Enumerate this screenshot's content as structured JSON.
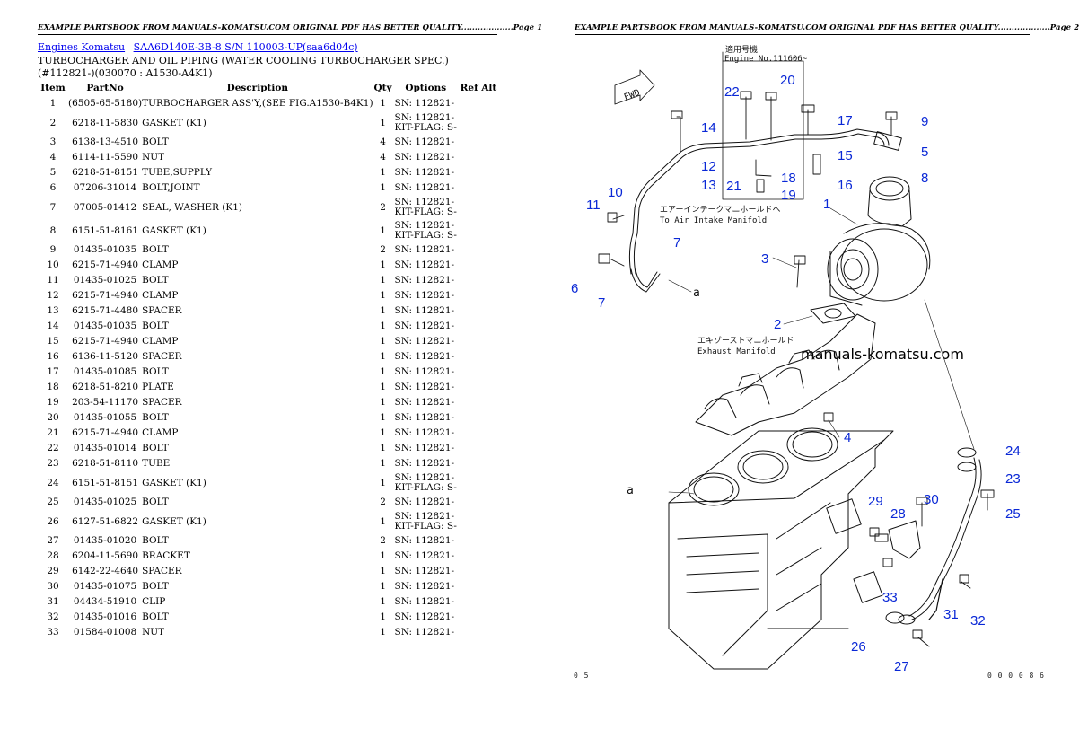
{
  "pages": {
    "left_header": "EXAMPLE PARTSBOOK FROM MANUALS-KOMATSU.COM ORIGINAL PDF HAS BETTER QUALITY...................Page 1",
    "right_header": "EXAMPLE PARTSBOOK FROM MANUALS-KOMATSU.COM ORIGINAL PDF HAS BETTER QUALITY...................Page 2"
  },
  "breadcrumb": {
    "link1": "Engines Komatsu",
    "link2": "SAA6D140E-3B-8 S/N 110003-UP(saa6d04c)"
  },
  "section_title": "TURBOCHARGER AND OIL PIPING (WATER COOLING TURBOCHARGER SPEC.)(#112821-)(030070 : A1530-A4K1)",
  "table": {
    "headers": [
      "Item",
      "PartNo",
      "Description",
      "Qty",
      "Options",
      "Ref Alt"
    ],
    "rows": [
      {
        "item": "1",
        "partno": "(6505-65-5180)",
        "desc": "TURBOCHARGER ASS'Y,(SEE FIG.A1530-B4K1)",
        "qty": "1",
        "opt1": "SN: 112821-",
        "opt2": ""
      },
      {
        "item": "2",
        "partno": "6218-11-5830",
        "desc": "GASKET (K1)",
        "qty": "1",
        "opt1": "SN: 112821-",
        "opt2": "KIT-FLAG: S-"
      },
      {
        "item": "3",
        "partno": "6138-13-4510",
        "desc": "BOLT",
        "qty": "4",
        "opt1": "SN: 112821-",
        "opt2": ""
      },
      {
        "item": "4",
        "partno": "6114-11-5590",
        "desc": "NUT",
        "qty": "4",
        "opt1": "SN: 112821-",
        "opt2": ""
      },
      {
        "item": "5",
        "partno": "6218-51-8151",
        "desc": "TUBE,SUPPLY",
        "qty": "1",
        "opt1": "SN: 112821-",
        "opt2": ""
      },
      {
        "item": "6",
        "partno": "07206-31014",
        "desc": "BOLT,JOINT",
        "qty": "1",
        "opt1": "SN: 112821-",
        "opt2": ""
      },
      {
        "item": "7",
        "partno": "07005-01412",
        "desc": "SEAL, WASHER (K1)",
        "qty": "2",
        "opt1": "SN: 112821-",
        "opt2": "KIT-FLAG: S-"
      },
      {
        "item": "8",
        "partno": "6151-51-8161",
        "desc": "GASKET (K1)",
        "qty": "1",
        "opt1": "SN: 112821-",
        "opt2": "KIT-FLAG: S-"
      },
      {
        "item": "9",
        "partno": "01435-01035",
        "desc": "BOLT",
        "qty": "2",
        "opt1": "SN: 112821-",
        "opt2": ""
      },
      {
        "item": "10",
        "partno": "6215-71-4940",
        "desc": "CLAMP",
        "qty": "1",
        "opt1": "SN: 112821-",
        "opt2": ""
      },
      {
        "item": "11",
        "partno": "01435-01025",
        "desc": "BOLT",
        "qty": "1",
        "opt1": "SN: 112821-",
        "opt2": ""
      },
      {
        "item": "12",
        "partno": "6215-71-4940",
        "desc": "CLAMP",
        "qty": "1",
        "opt1": "SN: 112821-",
        "opt2": ""
      },
      {
        "item": "13",
        "partno": "6215-71-4480",
        "desc": "SPACER",
        "qty": "1",
        "opt1": "SN: 112821-",
        "opt2": ""
      },
      {
        "item": "14",
        "partno": "01435-01035",
        "desc": "BOLT",
        "qty": "1",
        "opt1": "SN: 112821-",
        "opt2": ""
      },
      {
        "item": "15",
        "partno": "6215-71-4940",
        "desc": "CLAMP",
        "qty": "1",
        "opt1": "SN: 112821-",
        "opt2": ""
      },
      {
        "item": "16",
        "partno": "6136-11-5120",
        "desc": "SPACER",
        "qty": "1",
        "opt1": "SN: 112821-",
        "opt2": ""
      },
      {
        "item": "17",
        "partno": "01435-01085",
        "desc": "BOLT",
        "qty": "1",
        "opt1": "SN: 112821-",
        "opt2": ""
      },
      {
        "item": "18",
        "partno": "6218-51-8210",
        "desc": "PLATE",
        "qty": "1",
        "opt1": "SN: 112821-",
        "opt2": ""
      },
      {
        "item": "19",
        "partno": "203-54-11170",
        "desc": "SPACER",
        "qty": "1",
        "opt1": "SN: 112821-",
        "opt2": ""
      },
      {
        "item": "20",
        "partno": "01435-01055",
        "desc": "BOLT",
        "qty": "1",
        "opt1": "SN: 112821-",
        "opt2": ""
      },
      {
        "item": "21",
        "partno": "6215-71-4940",
        "desc": "CLAMP",
        "qty": "1",
        "opt1": "SN: 112821-",
        "opt2": ""
      },
      {
        "item": "22",
        "partno": "01435-01014",
        "desc": "BOLT",
        "qty": "1",
        "opt1": "SN: 112821-",
        "opt2": ""
      },
      {
        "item": "23",
        "partno": "6218-51-8110",
        "desc": "TUBE",
        "qty": "1",
        "opt1": "SN: 112821-",
        "opt2": ""
      },
      {
        "item": "24",
        "partno": "6151-51-8151",
        "desc": "GASKET (K1)",
        "qty": "1",
        "opt1": "SN: 112821-",
        "opt2": "KIT-FLAG: S-"
      },
      {
        "item": "25",
        "partno": "01435-01025",
        "desc": "BOLT",
        "qty": "2",
        "opt1": "SN: 112821-",
        "opt2": ""
      },
      {
        "item": "26",
        "partno": "6127-51-6822",
        "desc": "GASKET (K1)",
        "qty": "1",
        "opt1": "SN: 112821-",
        "opt2": "KIT-FLAG: S-"
      },
      {
        "item": "27",
        "partno": "01435-01020",
        "desc": "BOLT",
        "qty": "2",
        "opt1": "SN: 112821-",
        "opt2": ""
      },
      {
        "item": "28",
        "partno": "6204-11-5690",
        "desc": "BRACKET",
        "qty": "1",
        "opt1": "SN: 112821-",
        "opt2": ""
      },
      {
        "item": "29",
        "partno": "6142-22-4640",
        "desc": "SPACER",
        "qty": "1",
        "opt1": "SN: 112821-",
        "opt2": ""
      },
      {
        "item": "30",
        "partno": "01435-01075",
        "desc": "BOLT",
        "qty": "1",
        "opt1": "SN: 112821-",
        "opt2": ""
      },
      {
        "item": "31",
        "partno": "04434-51910",
        "desc": "CLIP",
        "qty": "1",
        "opt1": "SN: 112821-",
        "opt2": ""
      },
      {
        "item": "32",
        "partno": "01435-01016",
        "desc": "BOLT",
        "qty": "1",
        "opt1": "SN: 112821-",
        "opt2": ""
      },
      {
        "item": "33",
        "partno": "01584-01008",
        "desc": "NUT",
        "qty": "1",
        "opt1": "SN: 112821-",
        "opt2": ""
      }
    ]
  },
  "drawing": {
    "watermark": "manuals-komatsu.com",
    "box_label_jp": "適用号機",
    "box_label": "Engine No.111606~",
    "fwd": "FWD",
    "intake_jp": "エアーインテークマニホールドへ",
    "intake_en": "To Air Intake Manifold",
    "exhaust_jp": "エキゾーストマニホールド",
    "exhaust_en": "Exhaust Manifold",
    "ref_letter": "a",
    "corner_bl": "0 5",
    "corner_br": "0 0 0 0 8 6",
    "callout_color": "#0a28d6",
    "callouts": [
      "1",
      "2",
      "3",
      "4",
      "5",
      "6",
      "7",
      "7",
      "8",
      "9",
      "10",
      "11",
      "12",
      "13",
      "14",
      "15",
      "16",
      "17",
      "18",
      "19",
      "20",
      "21",
      "22",
      "23",
      "24",
      "25",
      "26",
      "27",
      "28",
      "29",
      "30",
      "31",
      "32",
      "33"
    ]
  }
}
